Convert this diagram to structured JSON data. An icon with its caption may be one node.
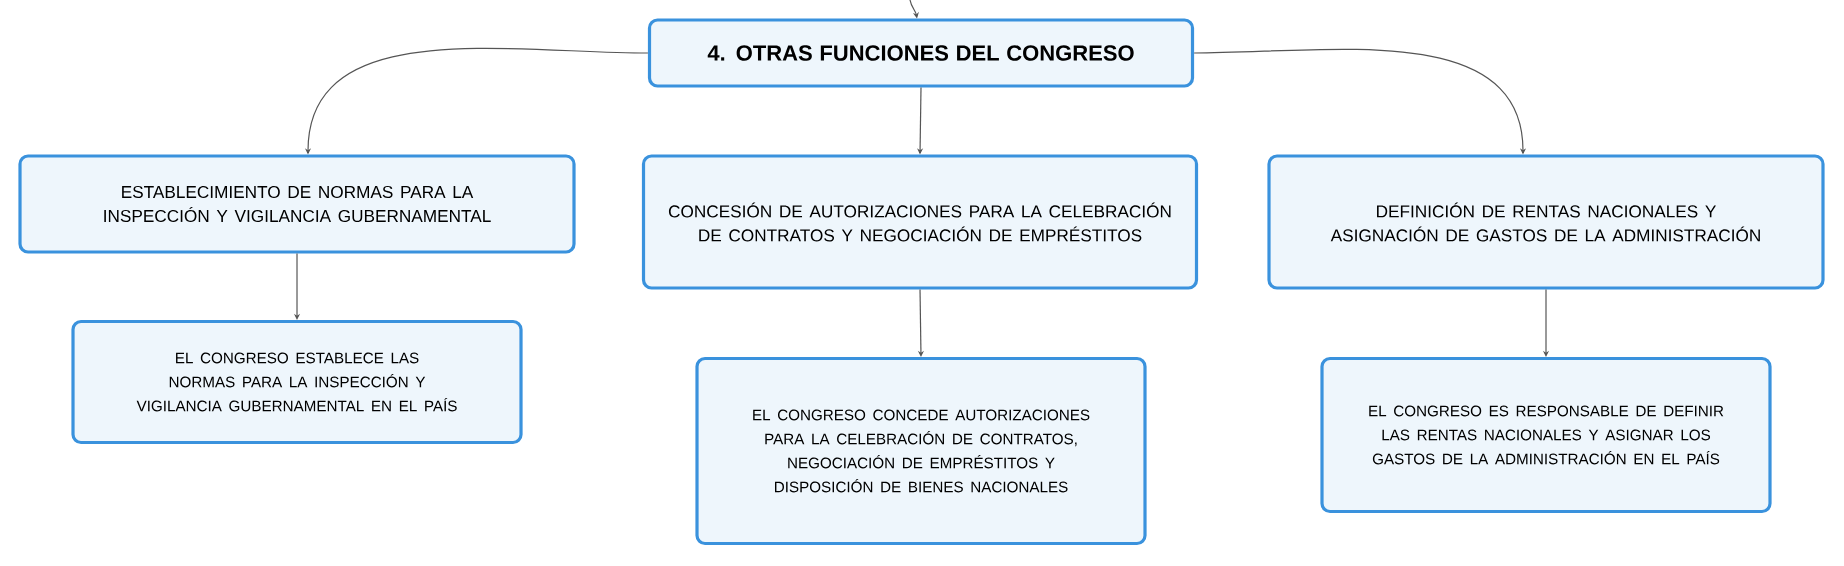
{
  "diagram": {
    "nodes": [
      {
        "text": [
          "4. OTRAS FUNCIONES DEL CONGRESO"
        ]
      },
      {
        "text": [
          "ESTABLECIMIENTO DE NORMAS PARA LA INSPECCIÓN Y VIGILANCIA GUBERNAMENTAL"
        ]
      },
      {
        "text": [
          "CONCESIÓN DE AUTORIZACIONES PARA LA CELEBRACIÓN DE CONTRATOS Y NEGOCIACIÓN DE EMPRÉSTITOS"
        ]
      },
      {
        "text": [
          "DEFINICIÓN DE RENTAS NACIONALES Y ASIGNACIÓN DE GASTOS DE LA ADMINISTRACIÓN"
        ]
      },
      {
        "text": [
          "EL CONGRESO ESTABLECE LAS NORMAS PARA LA INSPECCIÓN Y VIGILANCIA GUBERNAMENTAL EN EL PAÍS"
        ]
      },
      {
        "text": [
          "EL CONGRESO CONCEDE AUTORIZACIONES PARA LA CELEBRACIÓN DE CONTRATOS, NEGOCIACIÓN DE EMPRÉSTITOS Y DISPOSICIÓN DE BIENES NACIONALES"
        ]
      },
      {
        "text": [
          "EL CONGRESO ES RESPONSABLE DE DEFINIR LAS RENTAS NACIONALES Y ASIGNAR LOS GASTOS DE LA ADMINISTRACIÓN EN EL PAÍS"
        ]
      }
    ],
    "edges": [
      {
        "from": null,
        "to": 0,
        "arrow": "to"
      },
      {
        "from": 0,
        "to": 1,
        "arrow": "to"
      },
      {
        "from": 0,
        "to": 2,
        "arrow": "to"
      },
      {
        "from": 0,
        "to": 3,
        "arrow": "to"
      },
      {
        "from": 1,
        "to": 4,
        "arrow": "to"
      },
      {
        "from": 2,
        "to": 5,
        "arrow": "to"
      },
      {
        "from": 3,
        "to": 6,
        "arrow": "to"
      }
    ]
  }
}
